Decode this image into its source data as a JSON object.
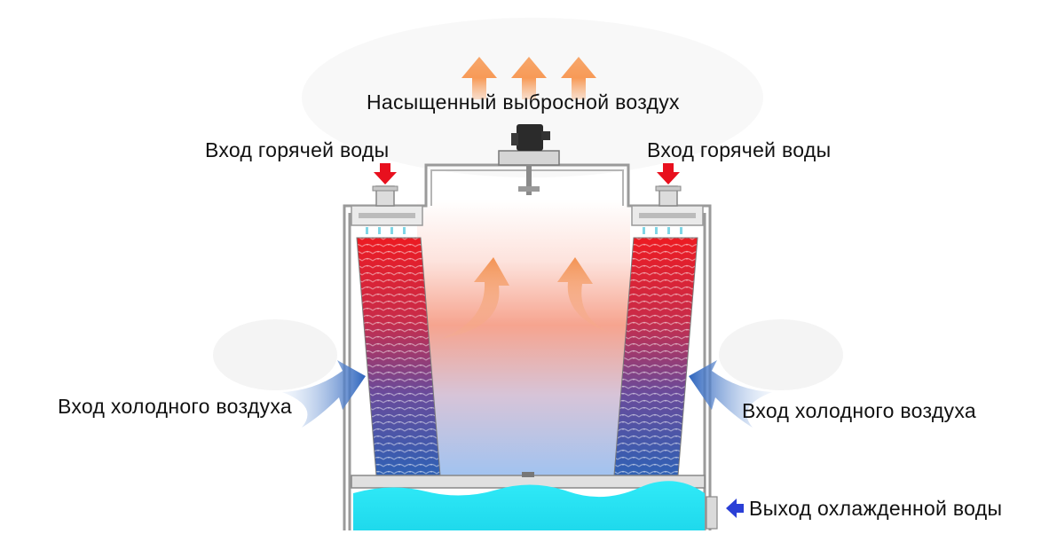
{
  "labels": {
    "exhaust": "Насыщенный выбросной воздух",
    "hot_water_left": "Вход горячей воды",
    "hot_water_right": "Вход горячей воды",
    "cold_air_left": "Вход холодного воздуха",
    "cold_air_right": "Вход холодного воздуха",
    "cooled_water_out": "Выход охлажденной воды"
  },
  "icons": [
    "up-arrow-icon",
    "down-arrow-icon",
    "air-swirl-arrow-icon",
    "left-arrow-icon",
    "fan-motor-icon"
  ],
  "colors": {
    "hot": "#e8101e",
    "cold_fill": "#2c5fb8",
    "exhaust_arrow": "#f7a76b",
    "air_inlet": "#3a6fc2",
    "water_basin": "#22e3f2",
    "outlet_arrow": "#2a3fd6",
    "frame": "#9a9a9a"
  }
}
